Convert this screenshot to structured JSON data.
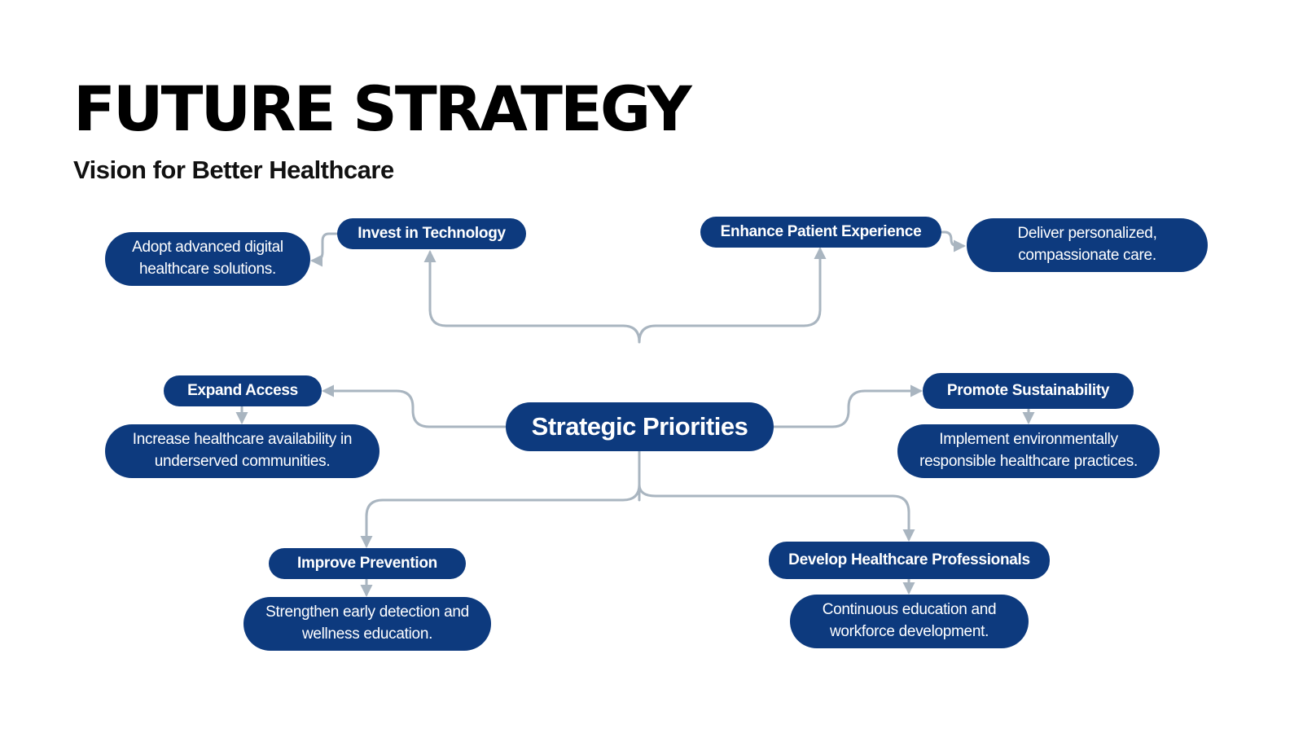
{
  "header": {
    "title": "FUTURE STRATEGY",
    "subtitle": "Vision for Better Healthcare"
  },
  "colors": {
    "node_fill": "#0d3a7e",
    "node_text": "#ffffff",
    "connector": "#a9b5c0"
  },
  "diagram": {
    "center": "Strategic Priorities",
    "branches": [
      {
        "id": "technology",
        "label": "Invest in Technology",
        "description": "Adopt advanced digital healthcare solutions."
      },
      {
        "id": "patient",
        "label": "Enhance Patient Experience",
        "description": "Deliver personalized, compassionate care."
      },
      {
        "id": "access",
        "label": "Expand Access",
        "description": "Increase healthcare availability in underserved communities."
      },
      {
        "id": "sustainability",
        "label": "Promote Sustainability",
        "description": "Implement environmentally responsible healthcare practices."
      },
      {
        "id": "prevention",
        "label": "Improve Prevention",
        "description": "Strengthen early detection and wellness education."
      },
      {
        "id": "professionals",
        "label": "Develop Healthcare Professionals",
        "description": "Continuous education and workforce development."
      }
    ]
  }
}
